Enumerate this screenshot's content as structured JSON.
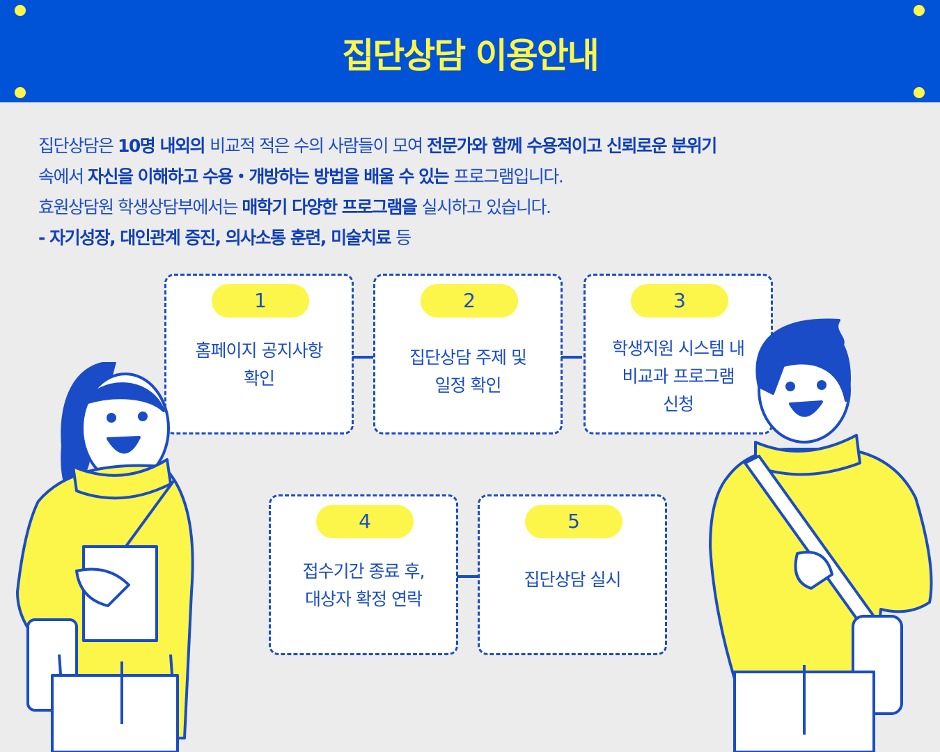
{
  "header": {
    "title": "집단상담 이용안내"
  },
  "intro": {
    "lines": [
      {
        "segments": [
          {
            "text": "집단상담은 ",
            "bold": false
          },
          {
            "text": "10명 내외의 ",
            "bold": true
          },
          {
            "text": "비교적 적은 수의 사람들이 모여 ",
            "bold": false
          },
          {
            "text": "전문가와 함께 수용적이고 신뢰로운 분위기",
            "bold": true
          }
        ]
      },
      {
        "segments": [
          {
            "text": "속에서 ",
            "bold": false
          },
          {
            "text": "자신을 이해하고 수용・개방하는 방법을 배울 수 있는 ",
            "bold": true
          },
          {
            "text": "프로그램입니다.",
            "bold": false
          }
        ]
      },
      {
        "segments": [
          {
            "text": "효원상담원 학생상담부에서는 ",
            "bold": false
          },
          {
            "text": "매학기 다양한 프로그램을 ",
            "bold": true
          },
          {
            "text": "실시하고 있습니다.",
            "bold": false
          }
        ]
      },
      {
        "segments": [
          {
            "text": "- 자기성장, 대인관계 증진, 의사소통 훈련, 미술치료 ",
            "bold": true
          },
          {
            "text": "등",
            "bold": false
          }
        ]
      }
    ]
  },
  "steps": [
    {
      "number": "1",
      "text": [
        "홈페이지 공지사항",
        "확인"
      ]
    },
    {
      "number": "2",
      "text": [
        "집단상담 주제 및",
        "일정 확인"
      ]
    },
    {
      "number": "3",
      "text": [
        "학생지원 시스템 내",
        "비교과 프로그램",
        "신청"
      ]
    },
    {
      "number": "4",
      "text": [
        "접수기간 종료 후,",
        "대상자 확정 연락"
      ]
    },
    {
      "number": "5",
      "text": [
        "집단상담 실시"
      ]
    }
  ],
  "colors": {
    "blue": "#0052d6",
    "yellow": "#fdf64a",
    "background": "#ececec"
  }
}
